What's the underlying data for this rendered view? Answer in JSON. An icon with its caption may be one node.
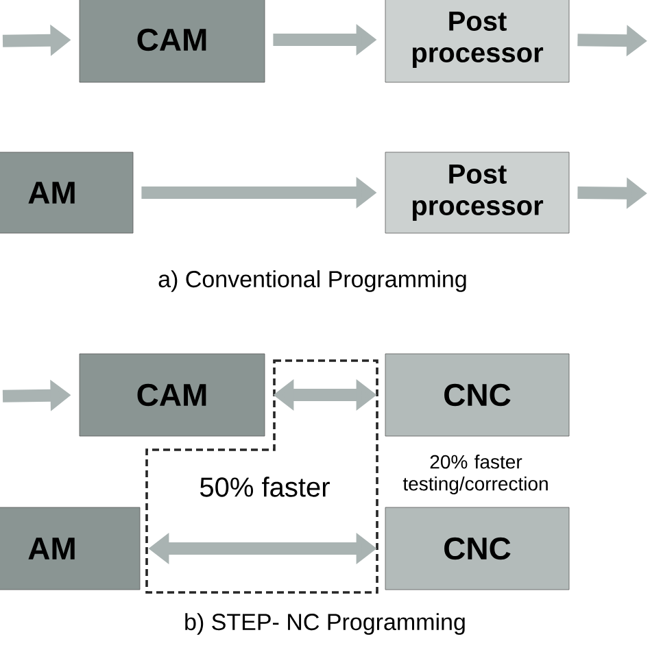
{
  "diagram": {
    "nodes": [
      {
        "text": [
          "CAM"
        ]
      },
      {
        "text": [
          "Post processor"
        ]
      },
      {
        "text": [
          "AM"
        ]
      },
      {
        "text": [
          "Post processor"
        ]
      },
      {
        "text": [
          "CAM"
        ]
      },
      {
        "text": [
          "CNC"
        ]
      },
      {
        "text": [
          "AM"
        ]
      },
      {
        "text": [
          "CNC"
        ]
      }
    ],
    "edges": [
      {
        "from": null,
        "to": 0,
        "arrow": "to"
      },
      {
        "from": 0,
        "to": 1,
        "arrow": "to"
      },
      {
        "from": 1,
        "to": null,
        "arrow": "to"
      },
      {
        "from": 2,
        "to": 3,
        "arrow": "to"
      },
      {
        "from": 3,
        "to": null,
        "arrow": "to"
      },
      {
        "from": null,
        "to": 4,
        "arrow": "to"
      },
      {
        "from": 4,
        "to": 5,
        "arrow": "both"
      },
      {
        "from": 6,
        "to": 7,
        "arrow": "both"
      }
    ],
    "labels": [
      "a) Conventional Programming",
      "20% faster testing/correction",
      "50% faster",
      "b) STEP- NC Programming"
    ]
  }
}
